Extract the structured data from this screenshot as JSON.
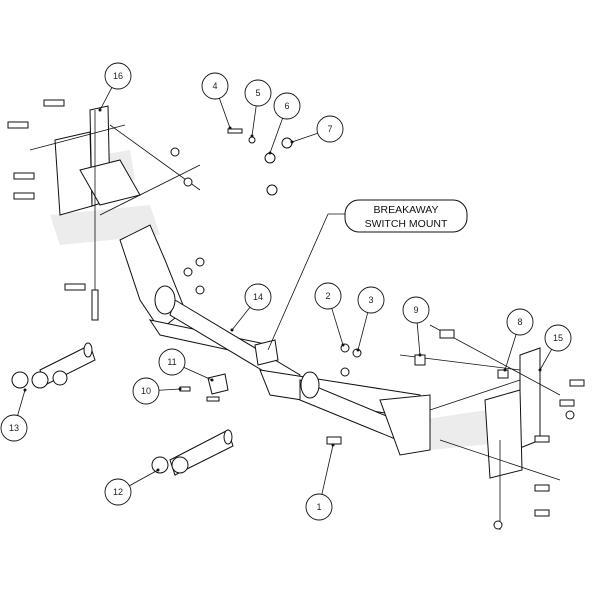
{
  "diagram": {
    "type": "exploded-parts-view",
    "label": {
      "lines": [
        "BREAKAWAY",
        "SWITCH MOUNT"
      ]
    },
    "callouts": [
      {
        "number": "1"
      },
      {
        "number": "2"
      },
      {
        "number": "3"
      },
      {
        "number": "4"
      },
      {
        "number": "5"
      },
      {
        "number": "6"
      },
      {
        "number": "7"
      },
      {
        "number": "8"
      },
      {
        "number": "9"
      },
      {
        "number": "10"
      },
      {
        "number": "11"
      },
      {
        "number": "12"
      },
      {
        "number": "13"
      },
      {
        "number": "14"
      },
      {
        "number": "15"
      },
      {
        "number": "16"
      }
    ]
  }
}
